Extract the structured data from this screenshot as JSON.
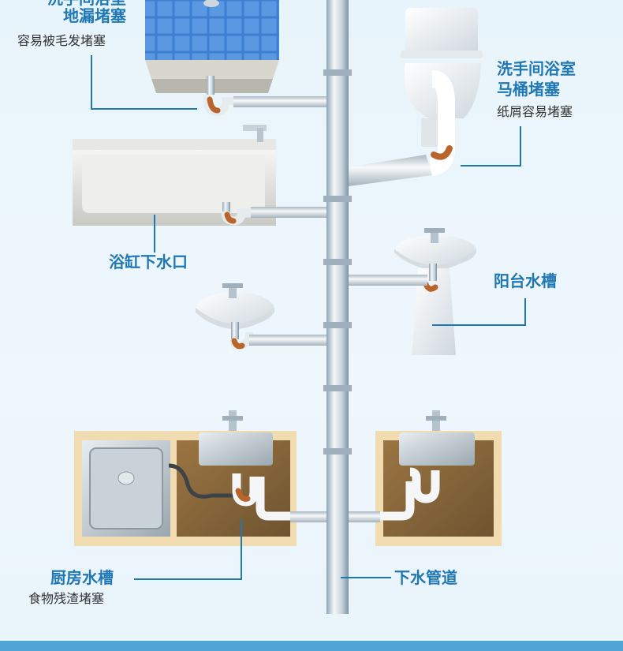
{
  "labels": {
    "floor_drain": {
      "title_line1": "洗手间浴室",
      "title_line2": "地漏堵塞",
      "note": "容易被毛发堵塞"
    },
    "toilet": {
      "title_line1": "洗手间浴室",
      "title_line2": "马桶堵塞",
      "note": "纸屑容易堵塞"
    },
    "bathtub": {
      "title": "浴缸下水口"
    },
    "balcony_sink": {
      "title": "阳台水槽"
    },
    "kitchen_sink": {
      "title": "厨房水槽",
      "note": "食物残渣堵塞"
    },
    "main_pipe": {
      "title": "下水管道"
    }
  },
  "colors": {
    "accent_blue": "#1f78b4",
    "leader_line": "#1f78b4",
    "pipe": "#e6ebee",
    "clog": "#b8642a",
    "cabinet_wood": "#8a6a3c",
    "cabinet_frame": "#f1dcb2"
  }
}
